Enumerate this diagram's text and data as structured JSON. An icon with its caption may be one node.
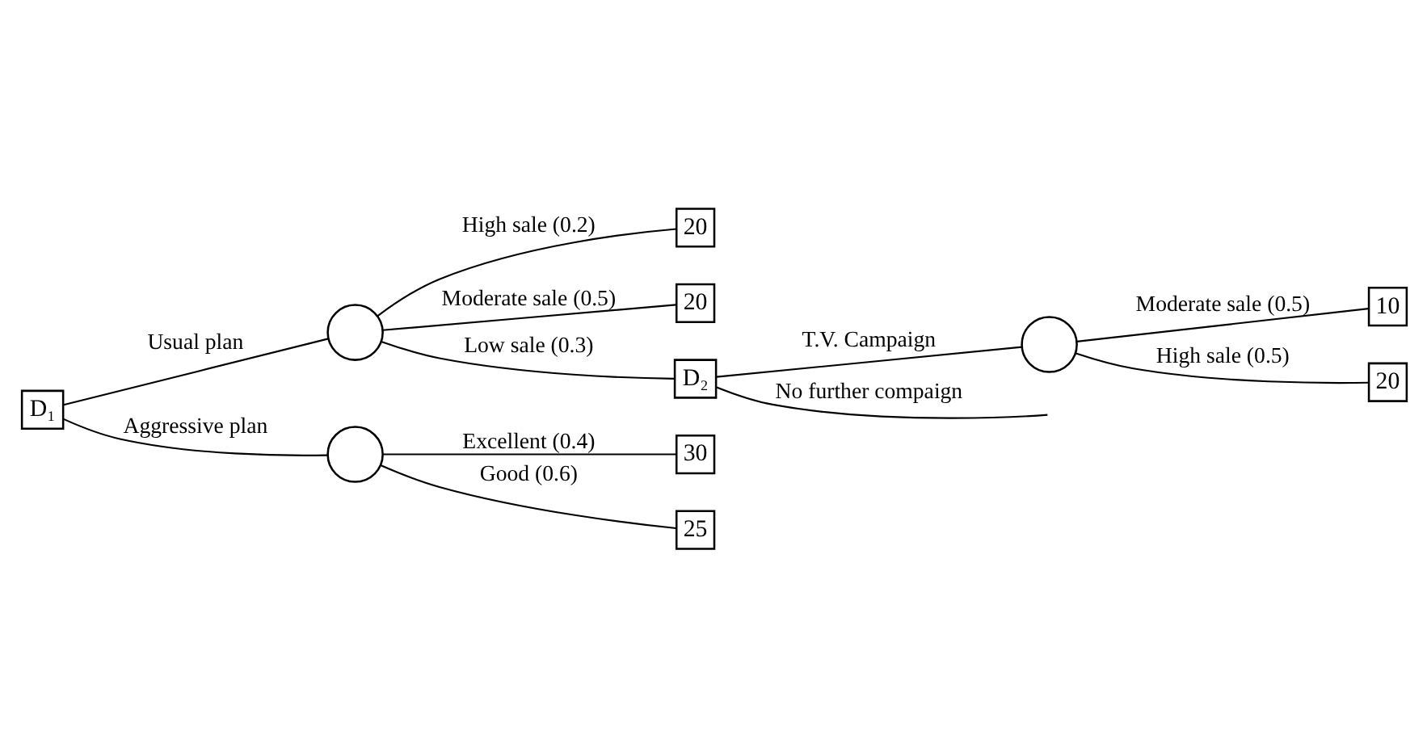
{
  "diagram": {
    "nodes": [
      {
        "text": [
          "D₁"
        ]
      },
      {
        "text": [],
        "shape": "circle"
      },
      {
        "text": [
          "20"
        ]
      },
      {
        "text": [
          "20"
        ]
      },
      {
        "text": [
          "D₂"
        ]
      },
      {
        "text": [],
        "shape": "circle"
      },
      {
        "text": [
          "10"
        ]
      },
      {
        "text": [
          "20"
        ]
      },
      {
        "text": [],
        "shape": "circle"
      },
      {
        "text": [
          "30"
        ]
      },
      {
        "text": [
          "25"
        ]
      }
    ],
    "edges": [
      {
        "from": 0,
        "to": 1,
        "arrow": "none",
        "label": "Usual plan"
      },
      {
        "from": 1,
        "to": 2,
        "arrow": "none",
        "label": "High sale (0.2)"
      },
      {
        "from": 1,
        "to": 3,
        "arrow": "none",
        "label": "Moderate sale (0.5)"
      },
      {
        "from": 1,
        "to": 4,
        "arrow": "none",
        "label": "Low sale (0.3)"
      },
      {
        "from": 4,
        "to": null,
        "arrow": "none",
        "label": "No further compaign"
      },
      {
        "from": 4,
        "to": 5,
        "arrow": "none",
        "label": "T.V. Campaign"
      },
      {
        "from": 5,
        "to": 6,
        "arrow": "none",
        "label": "Moderate sale (0.5)"
      },
      {
        "from": 5,
        "to": 7,
        "arrow": "none",
        "label": "High sale (0.5)"
      },
      {
        "from": 0,
        "to": 8,
        "arrow": "none",
        "label": "Aggressive plan"
      },
      {
        "from": 8,
        "to": 9,
        "arrow": "none",
        "label": "Excellent (0.4)"
      },
      {
        "from": 8,
        "to": 10,
        "arrow": "none",
        "label": "Good (0.6)"
      }
    ]
  }
}
